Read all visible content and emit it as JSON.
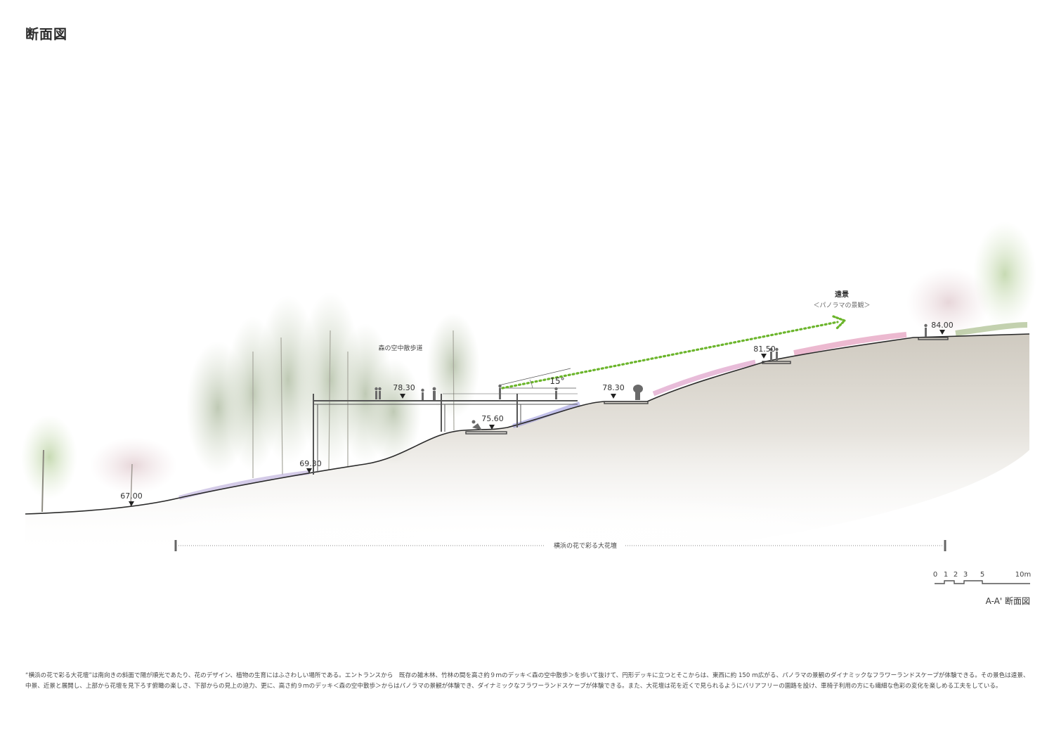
{
  "title": "断面図",
  "labels": {
    "forest_walkway": "森の空中散歩道",
    "distant_view": "遠景",
    "panorama": "＜パノラマの景観＞",
    "angle": "15°",
    "flower_bed": "横浜の花で彩る大花壇"
  },
  "elevations": [
    "67.00",
    "69.30",
    "78.30",
    "75.60",
    "78.30",
    "81.50",
    "84.00"
  ],
  "scale": {
    "ticks": [
      "0",
      "1",
      "2",
      "3",
      "5",
      "10m"
    ]
  },
  "caption": "A-A' 断面図",
  "description": "“横浜の花で彩る大花壇”は南向きの斜面で陽が順光であたり、花のデザイン、植物の生育にはふさわしい場所である。エントランスから　既存の雑木林、竹林の間を高さ約９ｍのデッキ＜森の空中散歩＞を歩いて抜けて、円形デッキに立つとそこからは、東西に約 150 ｍ広がる、パノラマの景観のダイナミックなフラワーランドスケープが体験できる。その景色は遠景、中景、近景と展開し、上部から花壇を見下ろす俯瞰の楽しさ、下部からの見上の迫力、更に、高さ約９ｍのデッキ＜森の空中散歩＞からはパノラマの景観が体験でき、ダイナミックなフラワーランドスケープが体験できる。また、大花壇は花を近くで見られるようにバリアフリーの園路を設け、車椅子利用の方にも繊細な色彩の変化を楽しめる工夫をしている。",
  "colors": {
    "sightline": "#6bb52b",
    "ground_line": "#2a2a2a",
    "soil": "#d9d5cc"
  }
}
